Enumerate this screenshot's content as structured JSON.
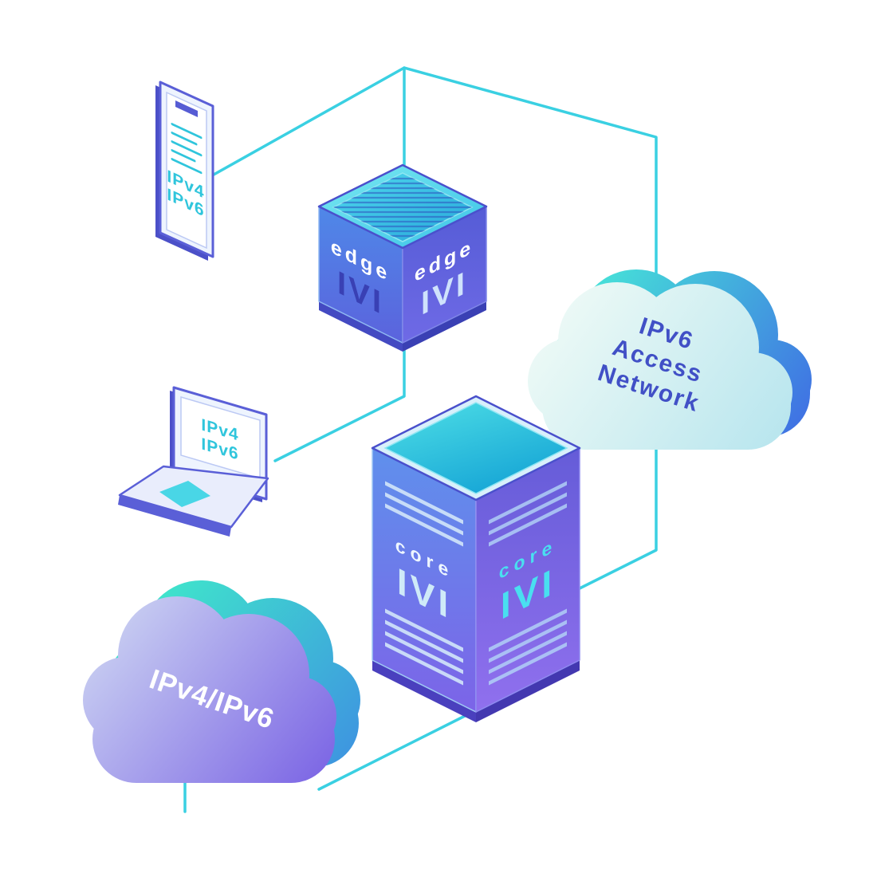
{
  "colors": {
    "connector": "#3ad0e2",
    "outline_indigo": "#5a5fd7",
    "device_label_teal": "#2fc5dc",
    "access_cloud_text": "#4150c6",
    "dual_cloud_text": "#ffffff",
    "logo_cyan": "#49dff0",
    "node_blue": "#4b87e8",
    "node_violet": "#6f5ee4",
    "cloud_teal_shadow": "#3fe0d4"
  },
  "nodes": {
    "phone": {
      "line1": "IPv4",
      "line2": "IPv6"
    },
    "edge_cube": {
      "label": "edge",
      "logo": "IVI"
    },
    "access_cloud": {
      "line1": "IPv6",
      "line2": "Access",
      "line3": "Network"
    },
    "laptop": {
      "line1": "IPv4",
      "line2": "IPv6"
    },
    "core_server": {
      "label": "core",
      "logo": "IVI"
    },
    "dual_cloud": {
      "label": "IPv4/IPv6"
    }
  }
}
